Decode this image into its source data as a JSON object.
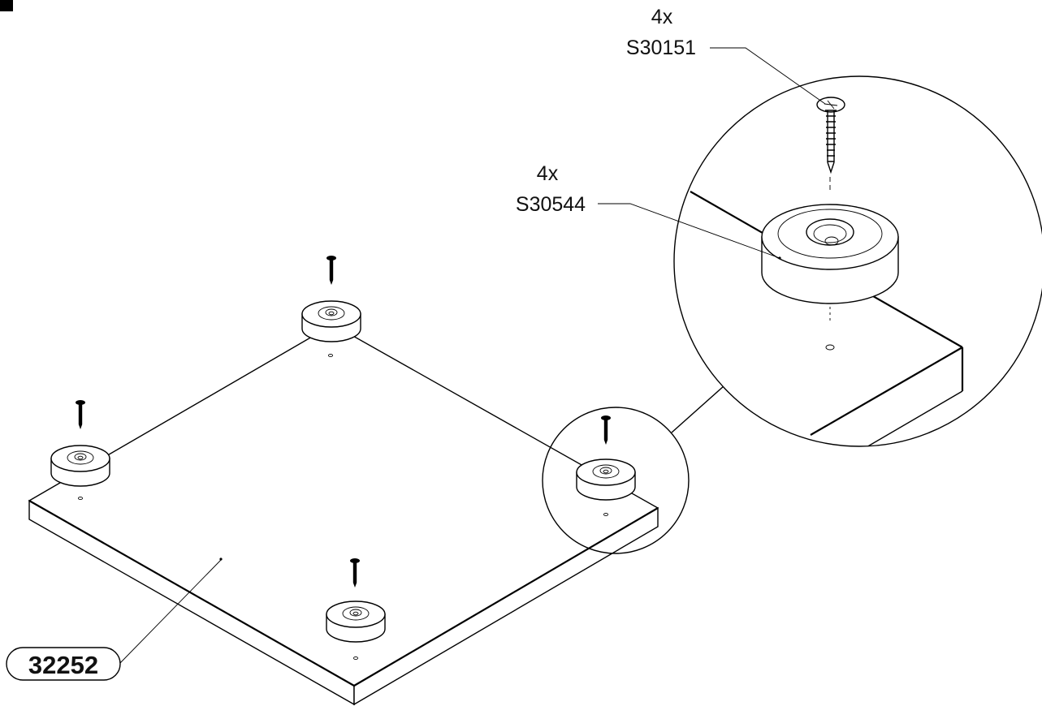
{
  "callouts": {
    "screw": {
      "quantity": "4x",
      "part_number": "S30151"
    },
    "foot": {
      "quantity": "4x",
      "part_number": "S30544"
    },
    "panel": {
      "part_number": "32252"
    }
  },
  "icons": {
    "corner_marker": "black-square",
    "screw": "wood-screw-icon",
    "foot": "round-foot-pad-icon"
  }
}
